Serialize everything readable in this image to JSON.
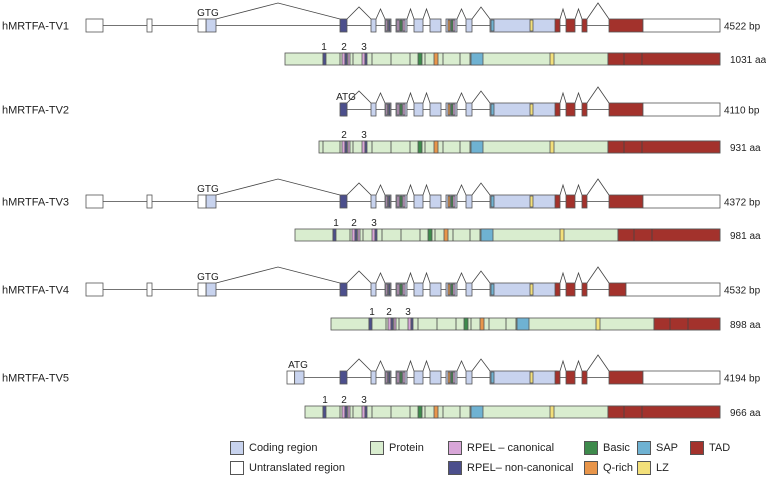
{
  "colors": {
    "coding": "#c8d3ee",
    "utr": "#ffffff",
    "protein": "#d9edcf",
    "rpel_canonical": "#d8a6d8",
    "rpel_noncanonical": "#4c4f8c",
    "basic": "#3e8a4c",
    "qrich": "#e8954a",
    "sap": "#6fb2d2",
    "lz": "#f3e07a",
    "tad": "#a3322c",
    "line": "#444444"
  },
  "transcripts": [
    {
      "name": "hMRTFA-TV1",
      "codon": "GTG",
      "length": "4522 bp",
      "protein_length": "1031 aa",
      "rpel_numbers": [
        "1",
        "2",
        "3"
      ]
    },
    {
      "name": "hMRTFA-TV2",
      "codon": "ATG",
      "length": "4110 bp",
      "protein_length": "931 aa",
      "rpel_numbers": [
        "2",
        "3"
      ]
    },
    {
      "name": "hMRTFA-TV3",
      "codon": "GTG",
      "length": "4372 bp",
      "protein_length": "981 aa",
      "rpel_numbers": [
        "1",
        "2",
        "3"
      ]
    },
    {
      "name": "hMRTFA-TV4",
      "codon": "GTG",
      "length": "4532 bp",
      "protein_length": "898 aa",
      "rpel_numbers": [
        "1",
        "2",
        "3"
      ]
    },
    {
      "name": "hMRTFA-TV5",
      "codon": "ATG",
      "length": "4194 bp",
      "protein_length": "966 aa",
      "rpel_numbers": [
        "1",
        "2",
        "3"
      ]
    }
  ],
  "legend": [
    {
      "label": "Coding region",
      "color_key": "coding"
    },
    {
      "label": "Untranslated region",
      "color_key": "utr"
    },
    {
      "label": "Protein",
      "color_key": "protein"
    },
    {
      "label": "RPEL – canonical",
      "color_key": "rpel_canonical"
    },
    {
      "label": "RPEL– non-canonical",
      "color_key": "rpel_noncanonical"
    },
    {
      "label": "Basic",
      "color_key": "basic"
    },
    {
      "label": "Q-rich",
      "color_key": "qrich"
    },
    {
      "label": "SAP",
      "color_key": "sap"
    },
    {
      "label": "LZ",
      "color_key": "lz"
    },
    {
      "label": "TAD",
      "color_key": "tad"
    }
  ]
}
